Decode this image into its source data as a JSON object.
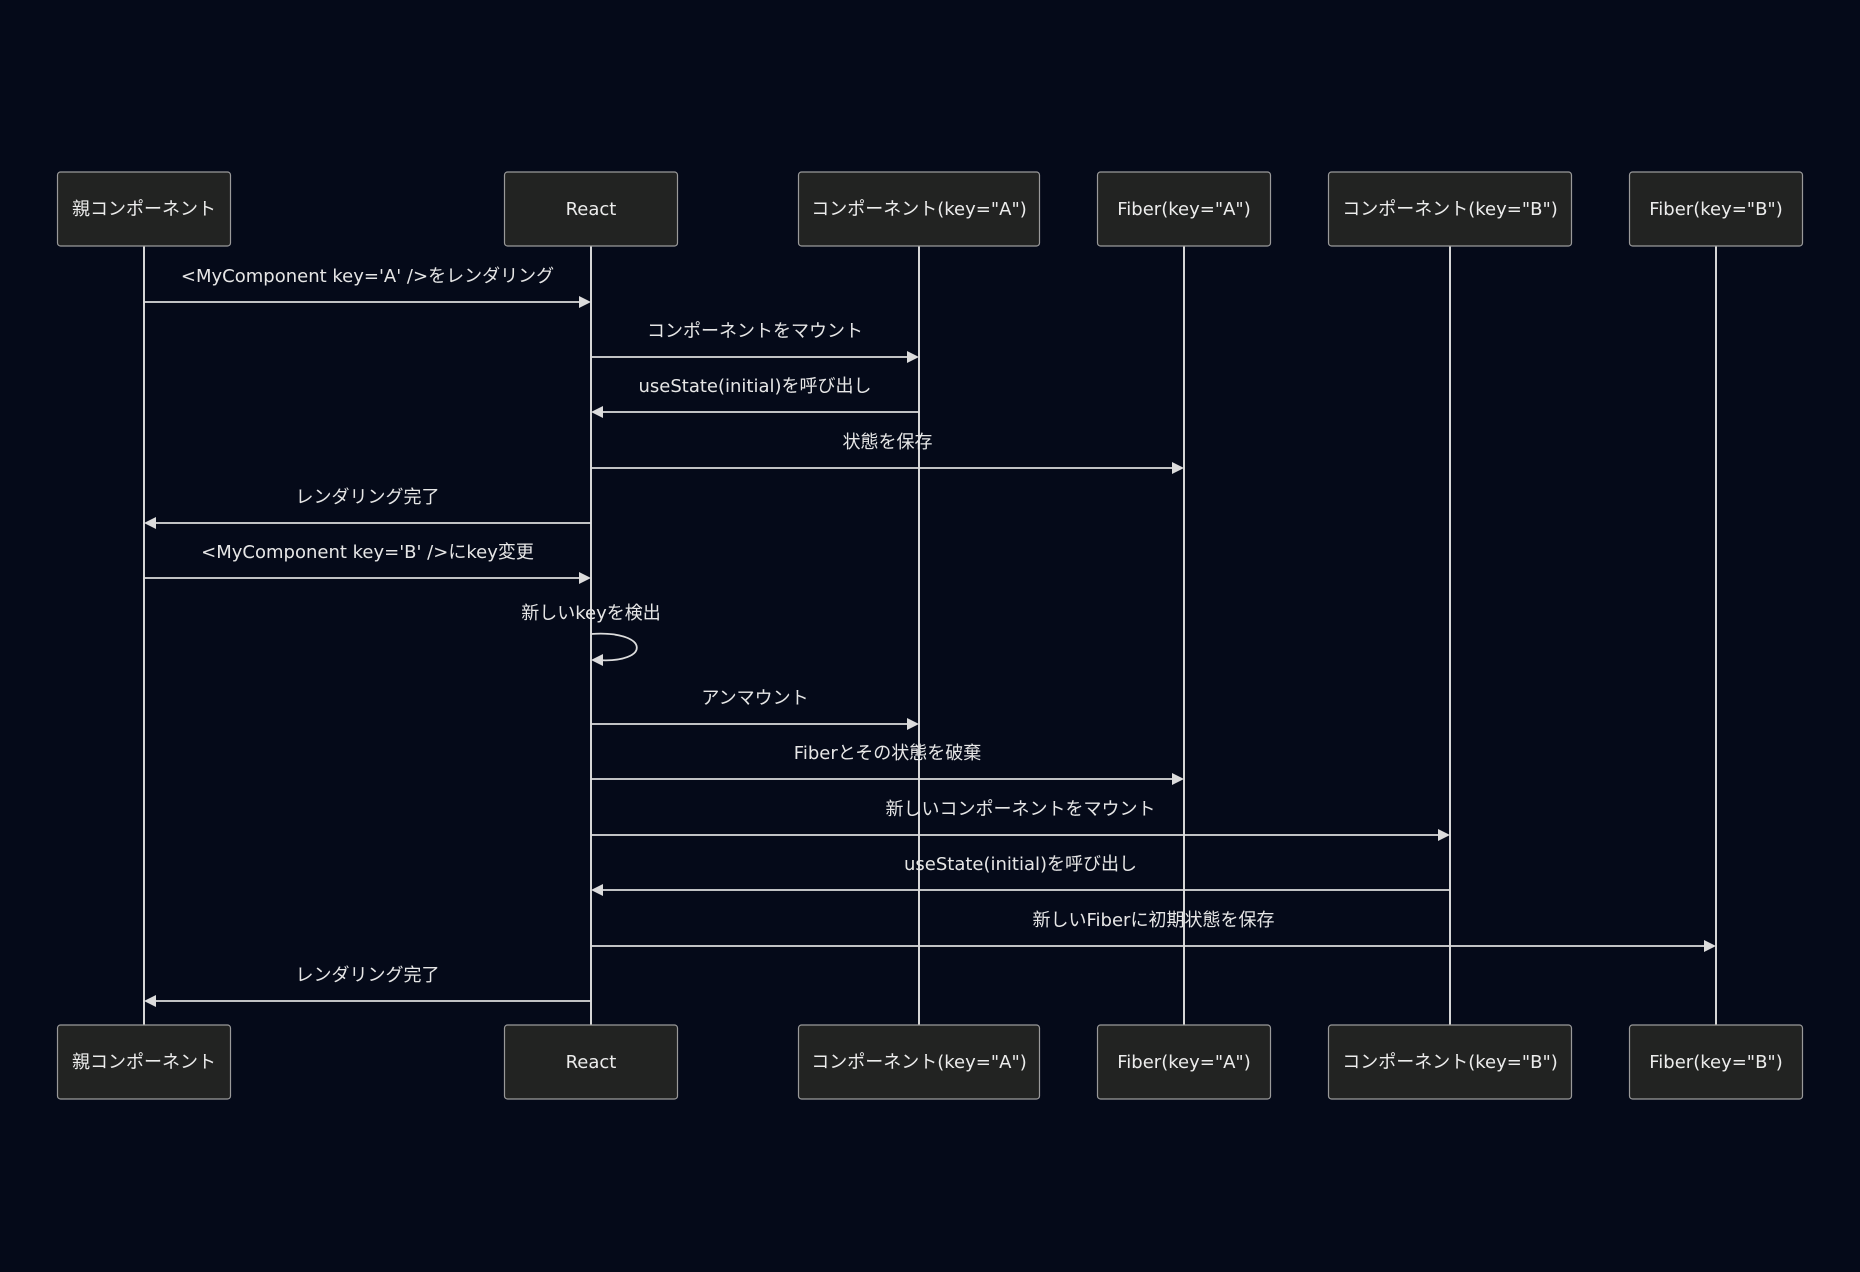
{
  "diagram": {
    "type": "sequence",
    "colors": {
      "background": "#050a19",
      "actor_fill": "#222322",
      "actor_stroke": "#9a9a9a",
      "line": "#dcdcdc",
      "text": "#ececec"
    },
    "participants": [
      {
        "id": "parent",
        "label": "親コンポーネント"
      },
      {
        "id": "react",
        "label": "React"
      },
      {
        "id": "compA",
        "label": "コンポーネント(key=\"A\")"
      },
      {
        "id": "fiberA",
        "label": "Fiber(key=\"A\")"
      },
      {
        "id": "compB",
        "label": "コンポーネント(key=\"B\")"
      },
      {
        "id": "fiberB",
        "label": "Fiber(key=\"B\")"
      }
    ],
    "messages": [
      {
        "from": "parent",
        "to": "react",
        "label": "<MyComponent key='A' />をレンダリング"
      },
      {
        "from": "react",
        "to": "compA",
        "label": "コンポーネントをマウント"
      },
      {
        "from": "compA",
        "to": "react",
        "label": "useState(initial)を呼び出し"
      },
      {
        "from": "react",
        "to": "fiberA",
        "label": "状態を保存"
      },
      {
        "from": "react",
        "to": "parent",
        "label": "レンダリング完了"
      },
      {
        "from": "parent",
        "to": "react",
        "label": "<MyComponent key='B' />にkey変更"
      },
      {
        "from": "react",
        "to": "react",
        "label": "新しいkeyを検出"
      },
      {
        "from": "react",
        "to": "compA",
        "label": "アンマウント"
      },
      {
        "from": "react",
        "to": "fiberA",
        "label": "Fiberとその状態を破棄"
      },
      {
        "from": "react",
        "to": "compB",
        "label": "新しいコンポーネントをマウント"
      },
      {
        "from": "compB",
        "to": "react",
        "label": "useState(initial)を呼び出し"
      },
      {
        "from": "react",
        "to": "fiberB",
        "label": "新しいFiberに初期状態を保存"
      },
      {
        "from": "react",
        "to": "parent",
        "label": "レンダリング完了"
      }
    ]
  }
}
